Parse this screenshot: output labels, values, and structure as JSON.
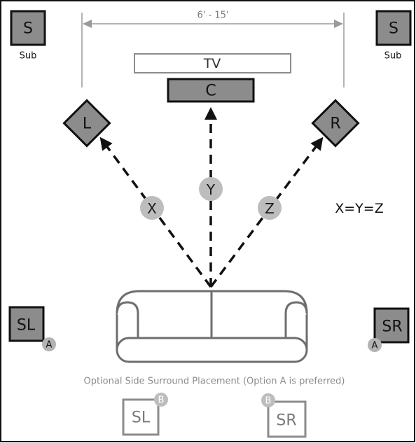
{
  "width_label": "6' - 15'",
  "speakers": {
    "sub_left": {
      "letter": "S",
      "caption": "Sub"
    },
    "sub_right": {
      "letter": "S",
      "caption": "Sub"
    },
    "tv": "TV",
    "center": "C",
    "left": "L",
    "right": "R",
    "surround_left_a": {
      "letter": "SL",
      "badge": "A"
    },
    "surround_right_a": {
      "letter": "SR",
      "badge": "A"
    },
    "surround_left_b": {
      "letter": "SL",
      "badge": "B"
    },
    "surround_right_b": {
      "letter": "SR",
      "badge": "B"
    }
  },
  "distances": {
    "x": "X",
    "y": "Y",
    "z": "Z"
  },
  "equation": "X=Y=Z",
  "caption": "Optional Side Surround Placement (Option A is preferred)",
  "colors": {
    "speaker_fill": "#8c8c8c",
    "speaker_border": "#111111",
    "optional_speaker": "#8c8c8c",
    "badge": "#b3b3b3"
  }
}
